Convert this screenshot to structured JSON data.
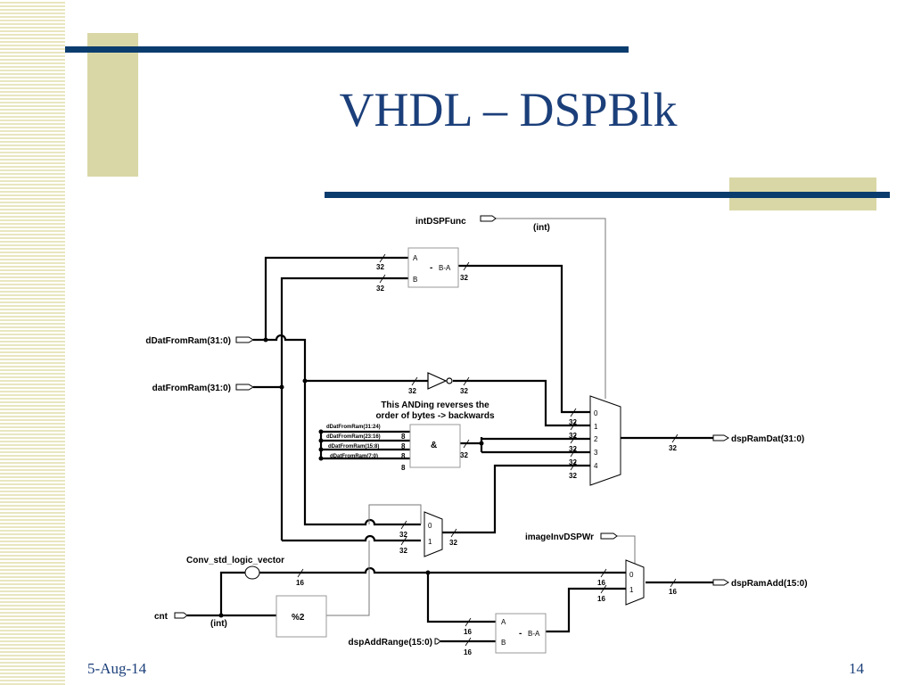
{
  "slide": {
    "title": "VHDL – DSPBlk",
    "date": "5-Aug-14",
    "page_number": "14"
  },
  "diagram": {
    "ports": {
      "intDSPFunc": "intDSPFunc",
      "dDatFromRam": "dDatFromRam(31:0)",
      "datFromRam": "datFromRam(31:0)",
      "dspRamDat": "dspRamDat(31:0)",
      "imageInvDSPWr": "imageInvDSPWr",
      "dspRamAdd": "dspRamAdd(15:0)",
      "cnt": "cnt",
      "dspAddRange": "dspAddRange(15:0)"
    },
    "labels": {
      "int_top": "(int)",
      "int_cnt": "(int)",
      "conv": "Conv_std_logic_vector",
      "and_note_1": "This ANDing reverses the",
      "and_note_2": "order of bytes -> backwards",
      "mod2": "%2",
      "and_symbol": "&",
      "sub_symbol": "-",
      "sub_op": "B-A",
      "port_a": "A",
      "port_b": "B"
    },
    "byte_slices": [
      "dDatFromRam(31:24)",
      "dDatFromRam(23:16)",
      "dDatFromRam(15:8)",
      "dDatFromRam(7:0)"
    ],
    "bus_widths": {
      "w32": "32",
      "w16": "16",
      "w8": "8"
    },
    "mux_inputs_5": [
      "0",
      "1",
      "2",
      "3",
      "4"
    ],
    "mux_inputs_2": [
      "0",
      "1"
    ]
  }
}
